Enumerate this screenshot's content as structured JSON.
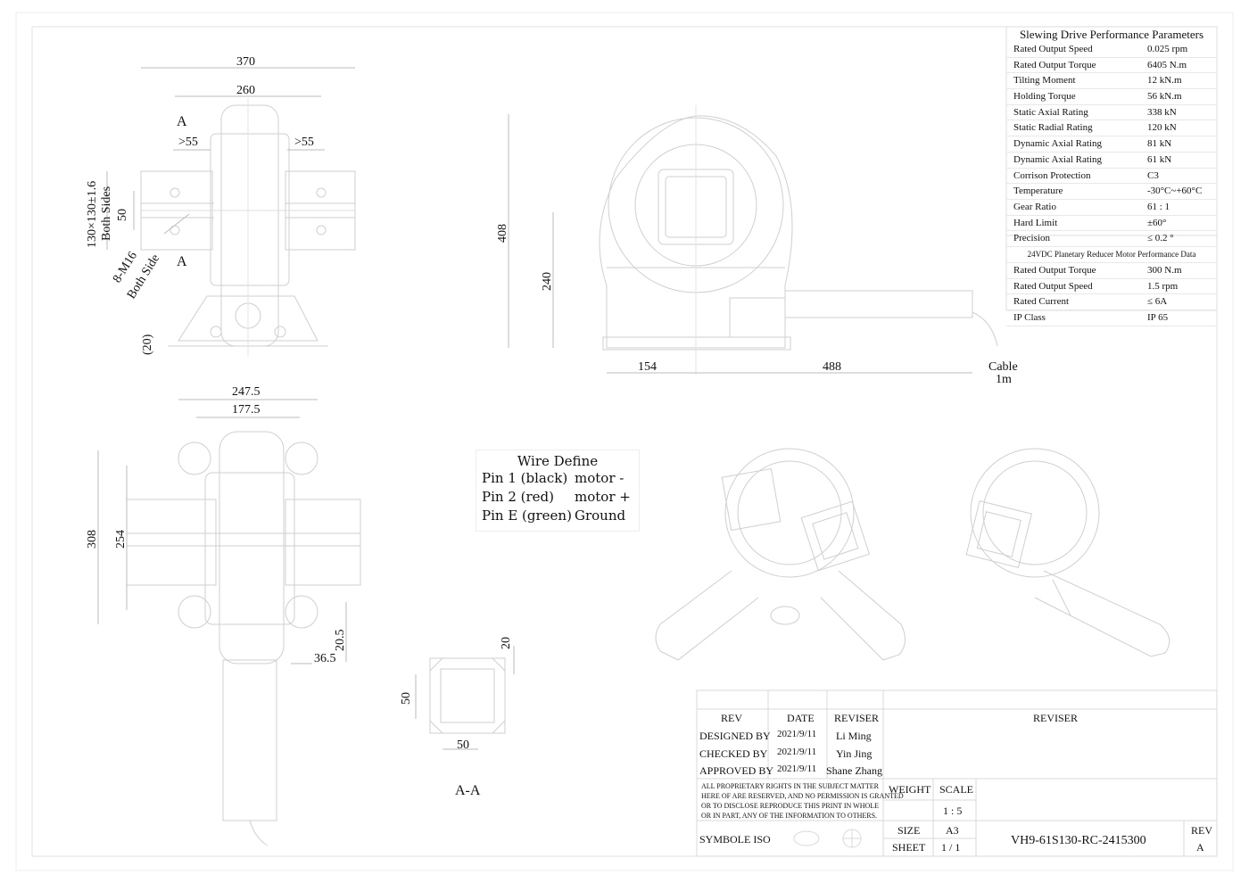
{
  "top_view": {
    "dim_370": "370",
    "dim_260": "260",
    "section_a_top": "A",
    "section_a_bottom": "A",
    "dim_left_55": ">55",
    "dim_right_55": ">55",
    "dim_130": "130×130±1.6",
    "dim_130_note": "Both Sides",
    "dim_50": "50",
    "bolt_spec": "8-M16",
    "bolt_note": "Both Side",
    "dim_20": "(20)"
  },
  "side_view": {
    "dim_408": "408",
    "dim_240": "240",
    "dim_154": "154",
    "dim_488": "488",
    "cable_label": "Cable",
    "cable_length": "1m"
  },
  "bottom_view": {
    "dim_247_5": "247.5",
    "dim_177_5": "177.5",
    "dim_308": "308",
    "dim_254": "254",
    "dim_20_5": "20.5",
    "dim_36_5": "36.5"
  },
  "section_view": {
    "dim_20": "20",
    "dim_50_v": "50",
    "dim_50_h": "50",
    "label": "A-A"
  },
  "performance": {
    "title": "Slewing Drive Performance Parameters",
    "rows": [
      {
        "k": "Rated Output Speed",
        "v": "0.025 rpm"
      },
      {
        "k": "Rated Output Torque",
        "v": "6405 N.m"
      },
      {
        "k": "Tilting Moment",
        "v": "12 kN.m"
      },
      {
        "k": "Holding Torque",
        "v": "56 kN.m"
      },
      {
        "k": "Static Axial Rating",
        "v": "338 kN"
      },
      {
        "k": "Static Radial Rating",
        "v": "120 kN"
      },
      {
        "k": "Dynamic Axial Rating",
        "v": "81 kN"
      },
      {
        "k": "Dynamic  Axial Rating",
        "v": "61 kN"
      },
      {
        "k": "Corrison Protection",
        "v": "C3"
      },
      {
        "k": "Temperature",
        "v": "-30°C~+60°C"
      },
      {
        "k": "Gear Ratio",
        "v": "61 : 1"
      },
      {
        "k": "Hard Limit",
        "v": "±60°"
      },
      {
        "k": "Precision",
        "v": "≤ 0.2 °"
      }
    ],
    "motor_title": "24VDC Planetary Reducer Motor Performance Data",
    "motor_rows": [
      {
        "k": "Rated Output Torque",
        "v": "300 N.m"
      },
      {
        "k": "Rated Output Speed",
        "v": "1.5 rpm"
      },
      {
        "k": "Rated Current",
        "v": "≤ 6A"
      },
      {
        "k": "IP Class",
        "v": "IP 65"
      }
    ]
  },
  "wire": {
    "title": "Wire Define",
    "rows": [
      {
        "pin": "Pin 1  (black)",
        "fn": "motor -"
      },
      {
        "pin": "Pin 2  (red)",
        "fn": "motor +"
      },
      {
        "pin": "Pin E  (green)",
        "fn": "Ground"
      }
    ]
  },
  "title_block": {
    "rev_header": "REV",
    "date_header": "DATE",
    "reviser_header": "REVISER",
    "reviser_header_wide": "REVISER",
    "designed_label": "DESIGNED BY",
    "designed_date": "2021/9/11",
    "designed_name": "Li Ming",
    "checked_label": "CHECKED BY",
    "checked_date": "2021/9/11",
    "checked_name": "Yin Jing",
    "approved_label": "APPROVED BY",
    "approved_date": "2021/9/11",
    "approved_name": "Shane Zhang",
    "rights_line1": "ALL PROPRIETARY RIGHTS IN THE SUBJECT MATTER",
    "rights_line2": "HERE OF ARE RESERVED, AND NO PERMISSION IS GRANTED",
    "rights_line3": "OR TO DISCLOSE REPRODUCE THIS PRINT IN WHOLE",
    "rights_line4": "OR IN PART, ANY OF THE INFORMATION TO OTHERS.",
    "weight_label": "WEIGHT",
    "scale_label": "SCALE",
    "scale_value": "1 : 5",
    "symbol_label": "SYMBOLE ISO",
    "size_label": "SIZE",
    "size_value": "A3",
    "sheet_label": "SHEET",
    "sheet_value": "1 / 1",
    "drawing_number": "VH9-61S130-RC-2415300",
    "rev_label": "REV",
    "rev_value": "A"
  }
}
